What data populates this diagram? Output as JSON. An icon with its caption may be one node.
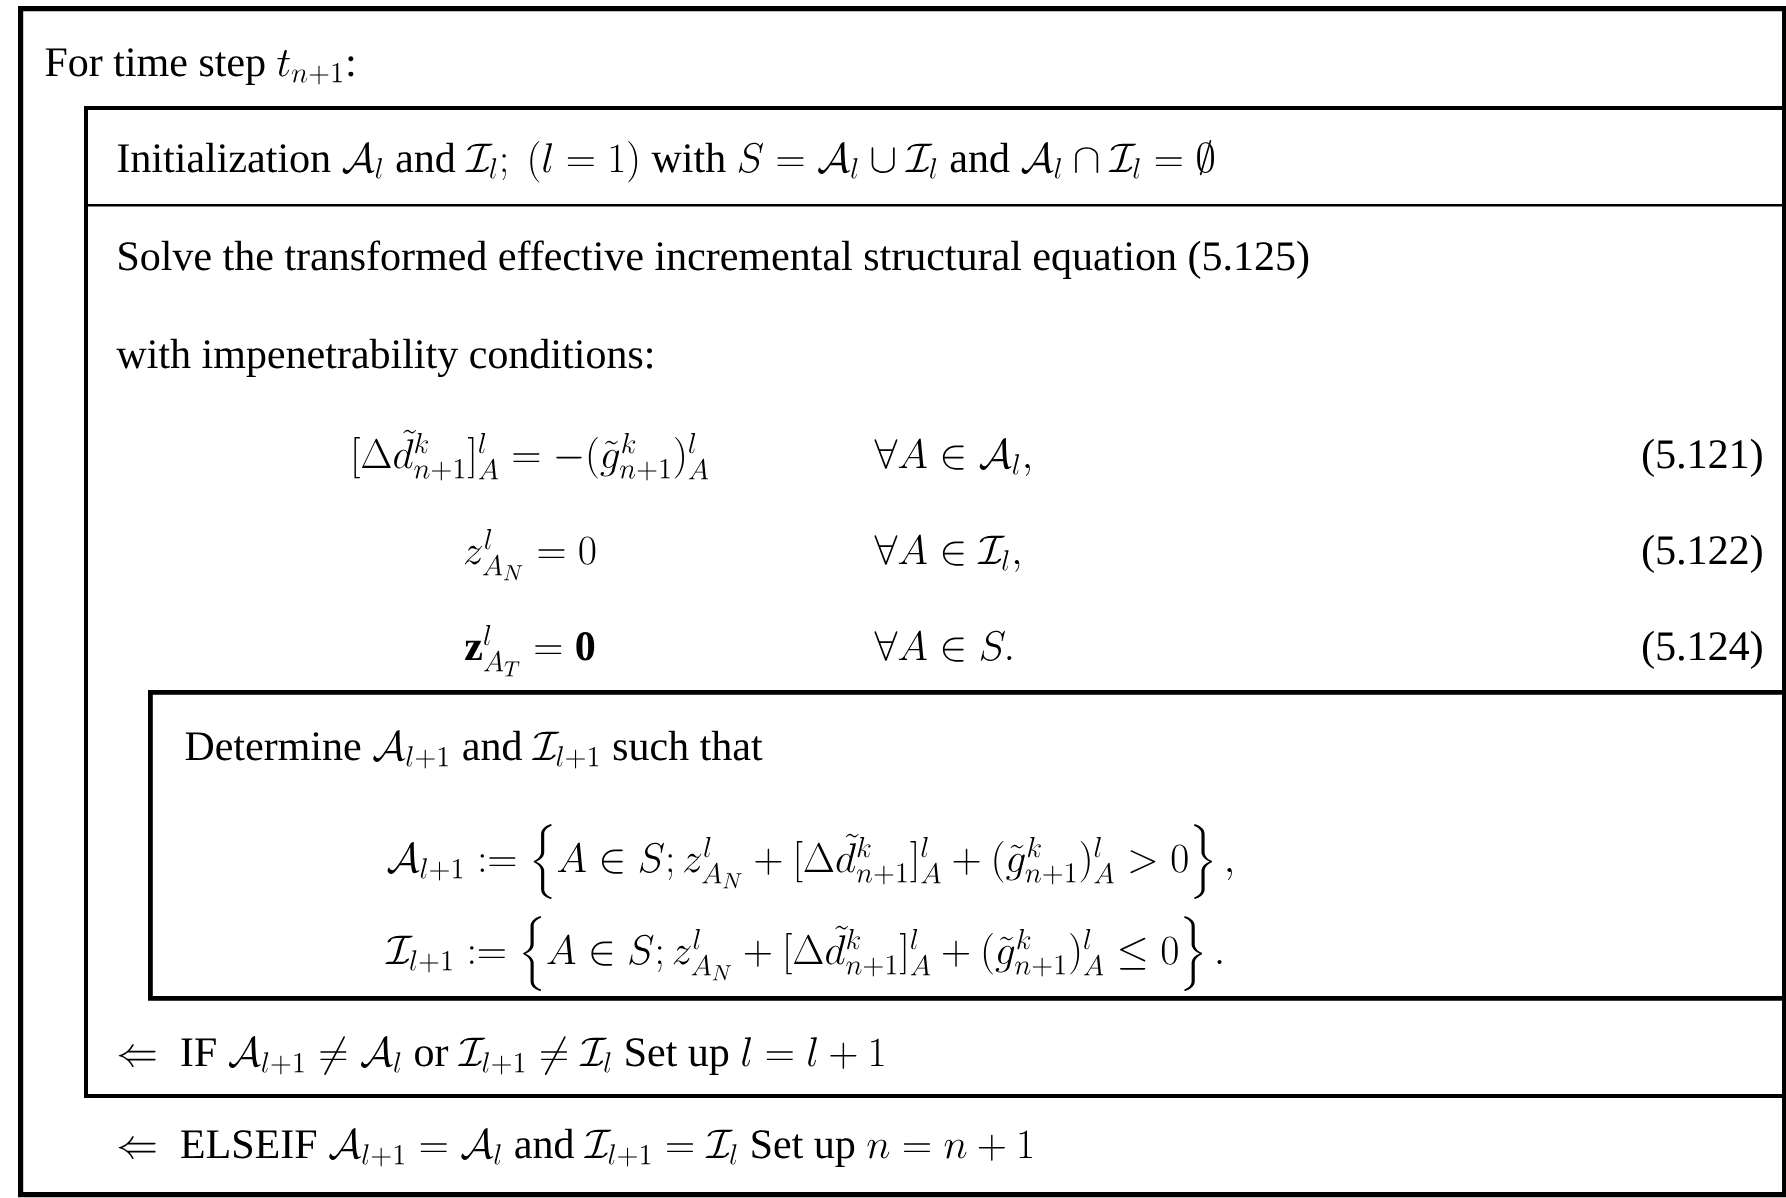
{
  "diagram": {
    "nodes": [
      {
        "text": [
          "\\text{For time step } t_{n+1}\\text{:}",
          "\\Leftarrow \\text{ ELSEIF } \\mathcal{A}_{l+1} = \\mathcal{A}_l \\text{ and } \\mathcal{I}_{l+1} = \\mathcal{I}_l \\text{ Set up } n = n+1"
        ]
      },
      {
        "text": [
          "Solve the transformed effective incremental structural equation (5.125)",
          "with impenetrability conditions:",
          "[\\Delta\\tilde{d}^k_{n+1}]^l_A = -(\\tilde{g}^k_{n+1})^l_A",
          "\\forall A \\in \\mathcal{A}_l,",
          "(5.121)",
          "z^l_{A_N} = 0",
          "\\forall A \\in \\mathcal{I}_l,",
          "(5.122)",
          "\\mathbf{z}^l_{A_T} = \\mathbf{0}",
          "\\forall A \\in S.",
          "(5.124)",
          "\\Leftarrow \\text{ IF } \\mathcal{A}_{l+1} \\neq \\mathcal{A}_l \\text{ or } \\mathcal{I}_{l+1} \\neq \\mathcal{I}_l \\text{ Set up } l = l+1"
        ],
        "in": 0
      },
      {
        "text": [
          "\\text{Initialization } \\mathcal{A}_l \\text{ and } \\mathcal{I}_l;\\ (l = 1) \\text{ with } S = \\mathcal{A}_l \\cup \\mathcal{I}_l \\text{ and } \\mathcal{A}_l \\cap \\mathcal{I}_l = \\emptyset"
        ],
        "in": 1
      },
      {
        "text": [
          "\\text{Determine } \\mathcal{A}_{l+1} \\text{ and } \\mathcal{I}_{l+1} \\text{ such that}",
          "\\mathcal{A}_{l+1} := \\left\\{A \\in S; z^l_{A_N} + [\\Delta\\tilde{d}^k_{n+1}]^l_A + (\\tilde{g}^k_{n+1})^l_A > 0\\right\\},",
          "\\mathcal{I}_{l+1} := \\left\\{A \\in S; z^l_{A_N} + [\\Delta\\tilde{d}^k_{n+1}]^l_A + (\\tilde{g}^k_{n+1})^l_A \\leq 0\\right\\}."
        ],
        "in": 1
      }
    ]
  }
}
